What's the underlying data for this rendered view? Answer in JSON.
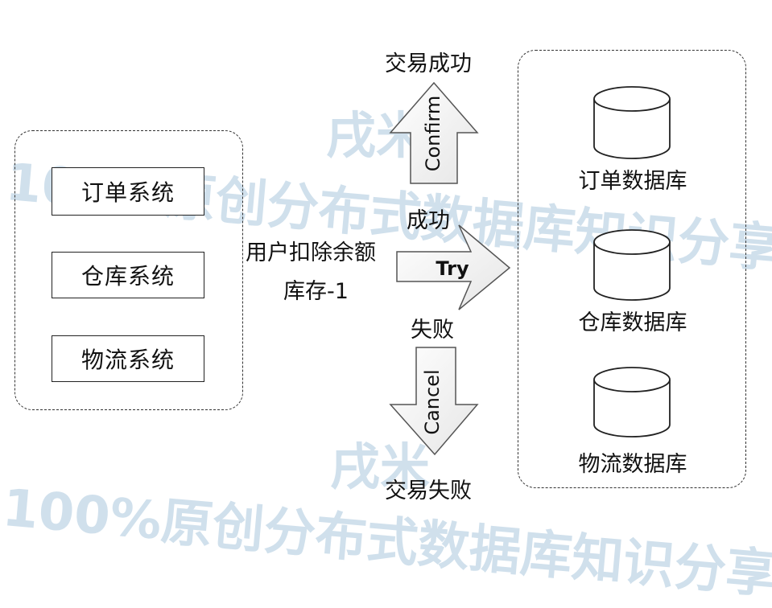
{
  "left_group": {
    "systems": [
      "订单系统",
      "仓库系统",
      "物流系统"
    ]
  },
  "action": {
    "line1": "用户扣除余额",
    "line2": "库存-1"
  },
  "arrows": {
    "confirm": {
      "label": "Confirm",
      "result": "交易成功"
    },
    "try": {
      "label": "Try",
      "success": "成功",
      "failure": "失败"
    },
    "cancel": {
      "label": "Cancel",
      "result": "交易失败"
    }
  },
  "right_group": {
    "databases": [
      "订单数据库",
      "仓库数据库",
      "物流数据库"
    ]
  },
  "watermark": {
    "name": "戌米",
    "slogan": "100%原创分布式数据库知识分享"
  }
}
